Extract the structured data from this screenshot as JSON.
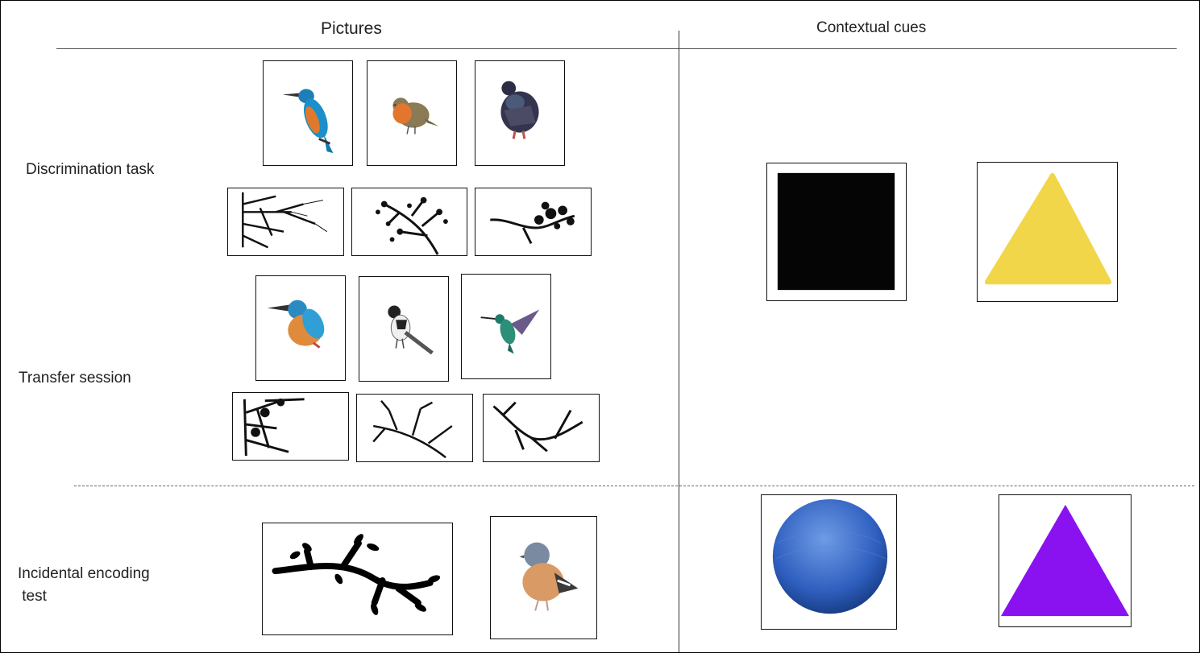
{
  "headers": {
    "pictures": "Pictures",
    "contextual_cues": "Contextual cues"
  },
  "rows": {
    "discrimination_task": "Discrimination task",
    "transfer_session": "Transfer session",
    "incidental_encoding_line1": "Incidental encoding",
    "incidental_encoding_line2": " test"
  },
  "cue_colors": {
    "black_square": "#050505",
    "yellow_triangle": "#f2d64a",
    "blue_ball": "#2f5fbf",
    "purple_triangle": "#8b12f0"
  },
  "picture_icons": {
    "discrimination_birds": [
      "kingfisher-icon",
      "robin-icon",
      "pigeon-icon"
    ],
    "discrimination_branches": [
      "branch-icon",
      "leafy-branch-icon",
      "blossom-branch-icon"
    ],
    "transfer_birds": [
      "kingfisher-icon",
      "wagtail-icon",
      "hummingbird-icon"
    ],
    "transfer_branches": [
      "branch-icon",
      "bare-branch-icon",
      "bare-branch-icon"
    ],
    "encoding": [
      "leafy-branch-icon",
      "chaffinch-icon"
    ]
  }
}
